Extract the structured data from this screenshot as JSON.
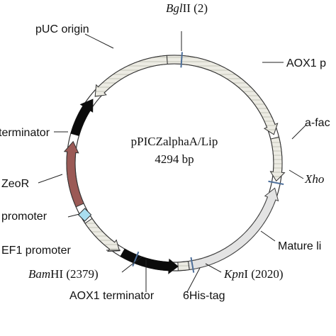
{
  "plasmid": {
    "name": "pPICZalphaA/Lip",
    "size": "4294 bp"
  },
  "colors": {
    "backbone": "#e9e7dd",
    "black": "#0b0b0b",
    "zeor": "#9b5a56",
    "promoter_box": "#a9def0",
    "mature_lip": "#e3e3e3",
    "site_mark": "#4d6f9a"
  },
  "labels": {
    "bglii_italic": "Bgl",
    "bglii_rest": "II (2)",
    "puc_origin": "pUC origin",
    "aox1_promoter": "AOX1 p",
    "alpha_factor": "a-fac",
    "xhoi": "Xho",
    "terminator": "terminator",
    "zeor": "ZeoR",
    "em7_promoter": "promoter",
    "tef1_promoter": "EF1 promoter",
    "bamhi_italic": "Bam",
    "bamhi_rest": "HI (2379)",
    "aox1_terminator": "AOX1 terminator",
    "his_tag": "6His-tag",
    "kpni_italic": "Kpn",
    "kpni_rest": "I (2020)",
    "mature_lip": "Mature li"
  }
}
